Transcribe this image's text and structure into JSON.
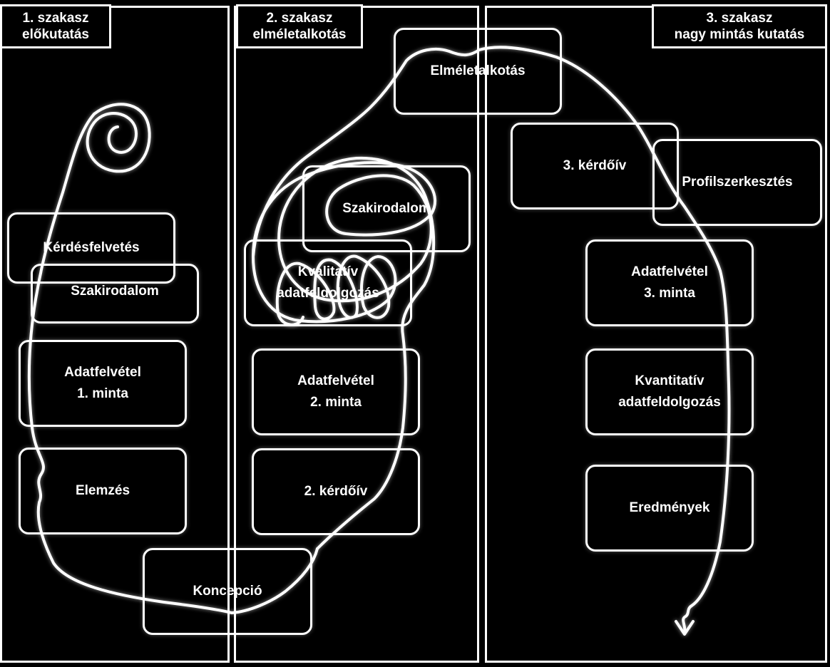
{
  "phases": [
    {
      "line1": "1. szakasz",
      "line2": "előkutatás"
    },
    {
      "line1": "2. szakasz",
      "line2": "elméletalkotás"
    },
    {
      "line1": "3. szakasz",
      "line2": "nagy mintás kutatás"
    }
  ],
  "boxes": {
    "kerdesfelvetes": "Kérdésfelvetés",
    "szakirodalom1": "Szakirodalom",
    "adatfelvetel1_l1": "Adatfelvétel",
    "adatfelvetel1_l2": "1. minta",
    "elemzes": "Elemzés",
    "koncepcio": "Koncepció",
    "szakirodalom2": "Szakirodalom",
    "kvalitativ_l1": "Kvalitatív",
    "kvalitativ_l2": "adatfeldolgozás",
    "adatfelvetel2_l1": "Adatfelvétel",
    "adatfelvetel2_l2": "2. minta",
    "kerdoiv2": "2. kérdőív",
    "elmeletalkotas": "Elméletalkotás",
    "kerdoiv3": "3. kérdőív",
    "profilszerkesztes": "Profilszerkesztés",
    "adatfelvetel3_l1": "Adatfelvétel",
    "adatfelvetel3_l2": "3. minta",
    "kvantitativ_l1": "Kvantitatív",
    "kvantitativ_l2": "adatfeldolgozás",
    "eredmenyek": "Eredmények"
  },
  "colors": {
    "background": "#000000",
    "foreground": "#ffffff"
  }
}
